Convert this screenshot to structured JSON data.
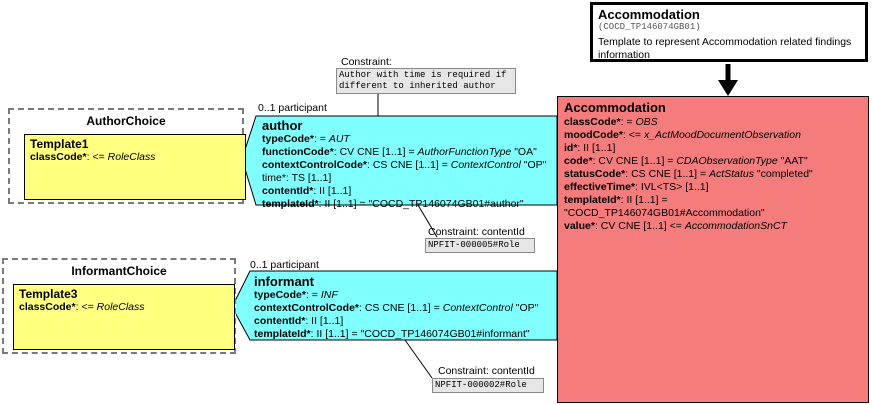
{
  "title_box": {
    "name": "Accommodation",
    "code": "(COCD_TP146074GB01)",
    "description_line1": "Template to represent Accommodation related findings",
    "description_line2": "information"
  },
  "main_class": {
    "title": "Accommodation",
    "attributes": [
      {
        "name": "classCode*",
        "sep": ": = ",
        "value": "OBS",
        "value_italic": true,
        "rest": ""
      },
      {
        "name": "moodCode*",
        "sep": ": <= ",
        "value": "x_ActMoodDocumentObservation",
        "value_italic": true,
        "rest": ""
      },
      {
        "name": "id*",
        "sep": ": II [1..1]",
        "value": "",
        "value_italic": false,
        "rest": ""
      },
      {
        "name": "code*",
        "sep": ": CV CNE [1..1] = ",
        "value": "CDAObservationType",
        "value_italic": true,
        "rest": " \"AAT\""
      },
      {
        "name": "statusCode*",
        "sep": ": CS CNE [1..1] = ",
        "value": "ActStatus",
        "value_italic": true,
        "rest": " \"completed\""
      },
      {
        "name": "effectiveTime*",
        "sep": ": IVL<TS> [1..1]",
        "value": "",
        "value_italic": false,
        "rest": ""
      },
      {
        "name": "templateId*",
        "sep": ": II [1..1] =",
        "value": "",
        "value_italic": false,
        "rest": ""
      },
      {
        "name": "",
        "sep": "\"COCD_TP146074GB01#Accommodation\"",
        "value": "",
        "value_italic": false,
        "rest": ""
      },
      {
        "name": "value*",
        "sep": ": CV CNE [1..1] <= ",
        "value": "AccommodationSnCT",
        "value_italic": true,
        "rest": ""
      }
    ]
  },
  "author_choice": {
    "title": "AuthorChoice",
    "template_title": "Template1",
    "attr_name": "classCode*",
    "attr_sep": ": <= ",
    "attr_value": "RoleClass"
  },
  "informant_choice": {
    "title": "InformantChoice",
    "template_title": "Template3",
    "attr_name": "classCode*",
    "attr_sep": ": <= ",
    "attr_value": "RoleClass"
  },
  "author": {
    "participation": "0..1 participant",
    "title": "author",
    "attributes": [
      {
        "name": "typeCode*",
        "sep": ": = ",
        "value": "AUT",
        "value_italic": true,
        "rest": ""
      },
      {
        "name": "functionCode*",
        "sep": ": CV CNE [1..1] = ",
        "value": "AuthorFunctionType",
        "value_italic": true,
        "rest": " \"OA\""
      },
      {
        "name": "contextControlCode*",
        "sep": ": CS CNE [1..1] = ",
        "value": "ContextControl",
        "value_italic": true,
        "rest": " \"OP\""
      },
      {
        "name": "",
        "sep": "time*: TS [1..1]",
        "value": "",
        "value_italic": false,
        "rest": ""
      },
      {
        "name": "contentId*",
        "sep": ": II [1..1]",
        "value": "",
        "value_italic": false,
        "rest": ""
      },
      {
        "name": "templateId*",
        "sep": ": II [1..1] = \"COCD_TP146074GB01#author\"",
        "value": "",
        "value_italic": false,
        "rest": ""
      }
    ],
    "constraint_label": "Constraint:",
    "constraint_line1": "Author with time is required if",
    "constraint_line2": "different to inherited author",
    "contentid_label": "Constraint: contentId",
    "contentid_value": "NPFIT-000005#Role"
  },
  "informant": {
    "participation": "0..1 participant",
    "title": "informant",
    "attributes": [
      {
        "name": "typeCode*",
        "sep": ": = ",
        "value": "INF",
        "value_italic": true,
        "rest": ""
      },
      {
        "name": "contextControlCode*",
        "sep": ": CS CNE [1..1] = ",
        "value": "ContextControl",
        "value_italic": true,
        "rest": " \"OP\""
      },
      {
        "name": "contentId*",
        "sep": ": II [1..1]",
        "value": "",
        "value_italic": false,
        "rest": ""
      },
      {
        "name": "templateId*",
        "sep": ": II [1..1] = \"COCD_TP146074GB01#informant\"",
        "value": "",
        "value_italic": false,
        "rest": ""
      }
    ],
    "contentid_label": "Constraint: contentId",
    "contentid_value": "NPFIT-000002#Role"
  },
  "colors": {
    "main_class": "#f47c7c",
    "participation": "#80ffff",
    "template": "#ffff80",
    "constraint": "#e6e6e6"
  }
}
